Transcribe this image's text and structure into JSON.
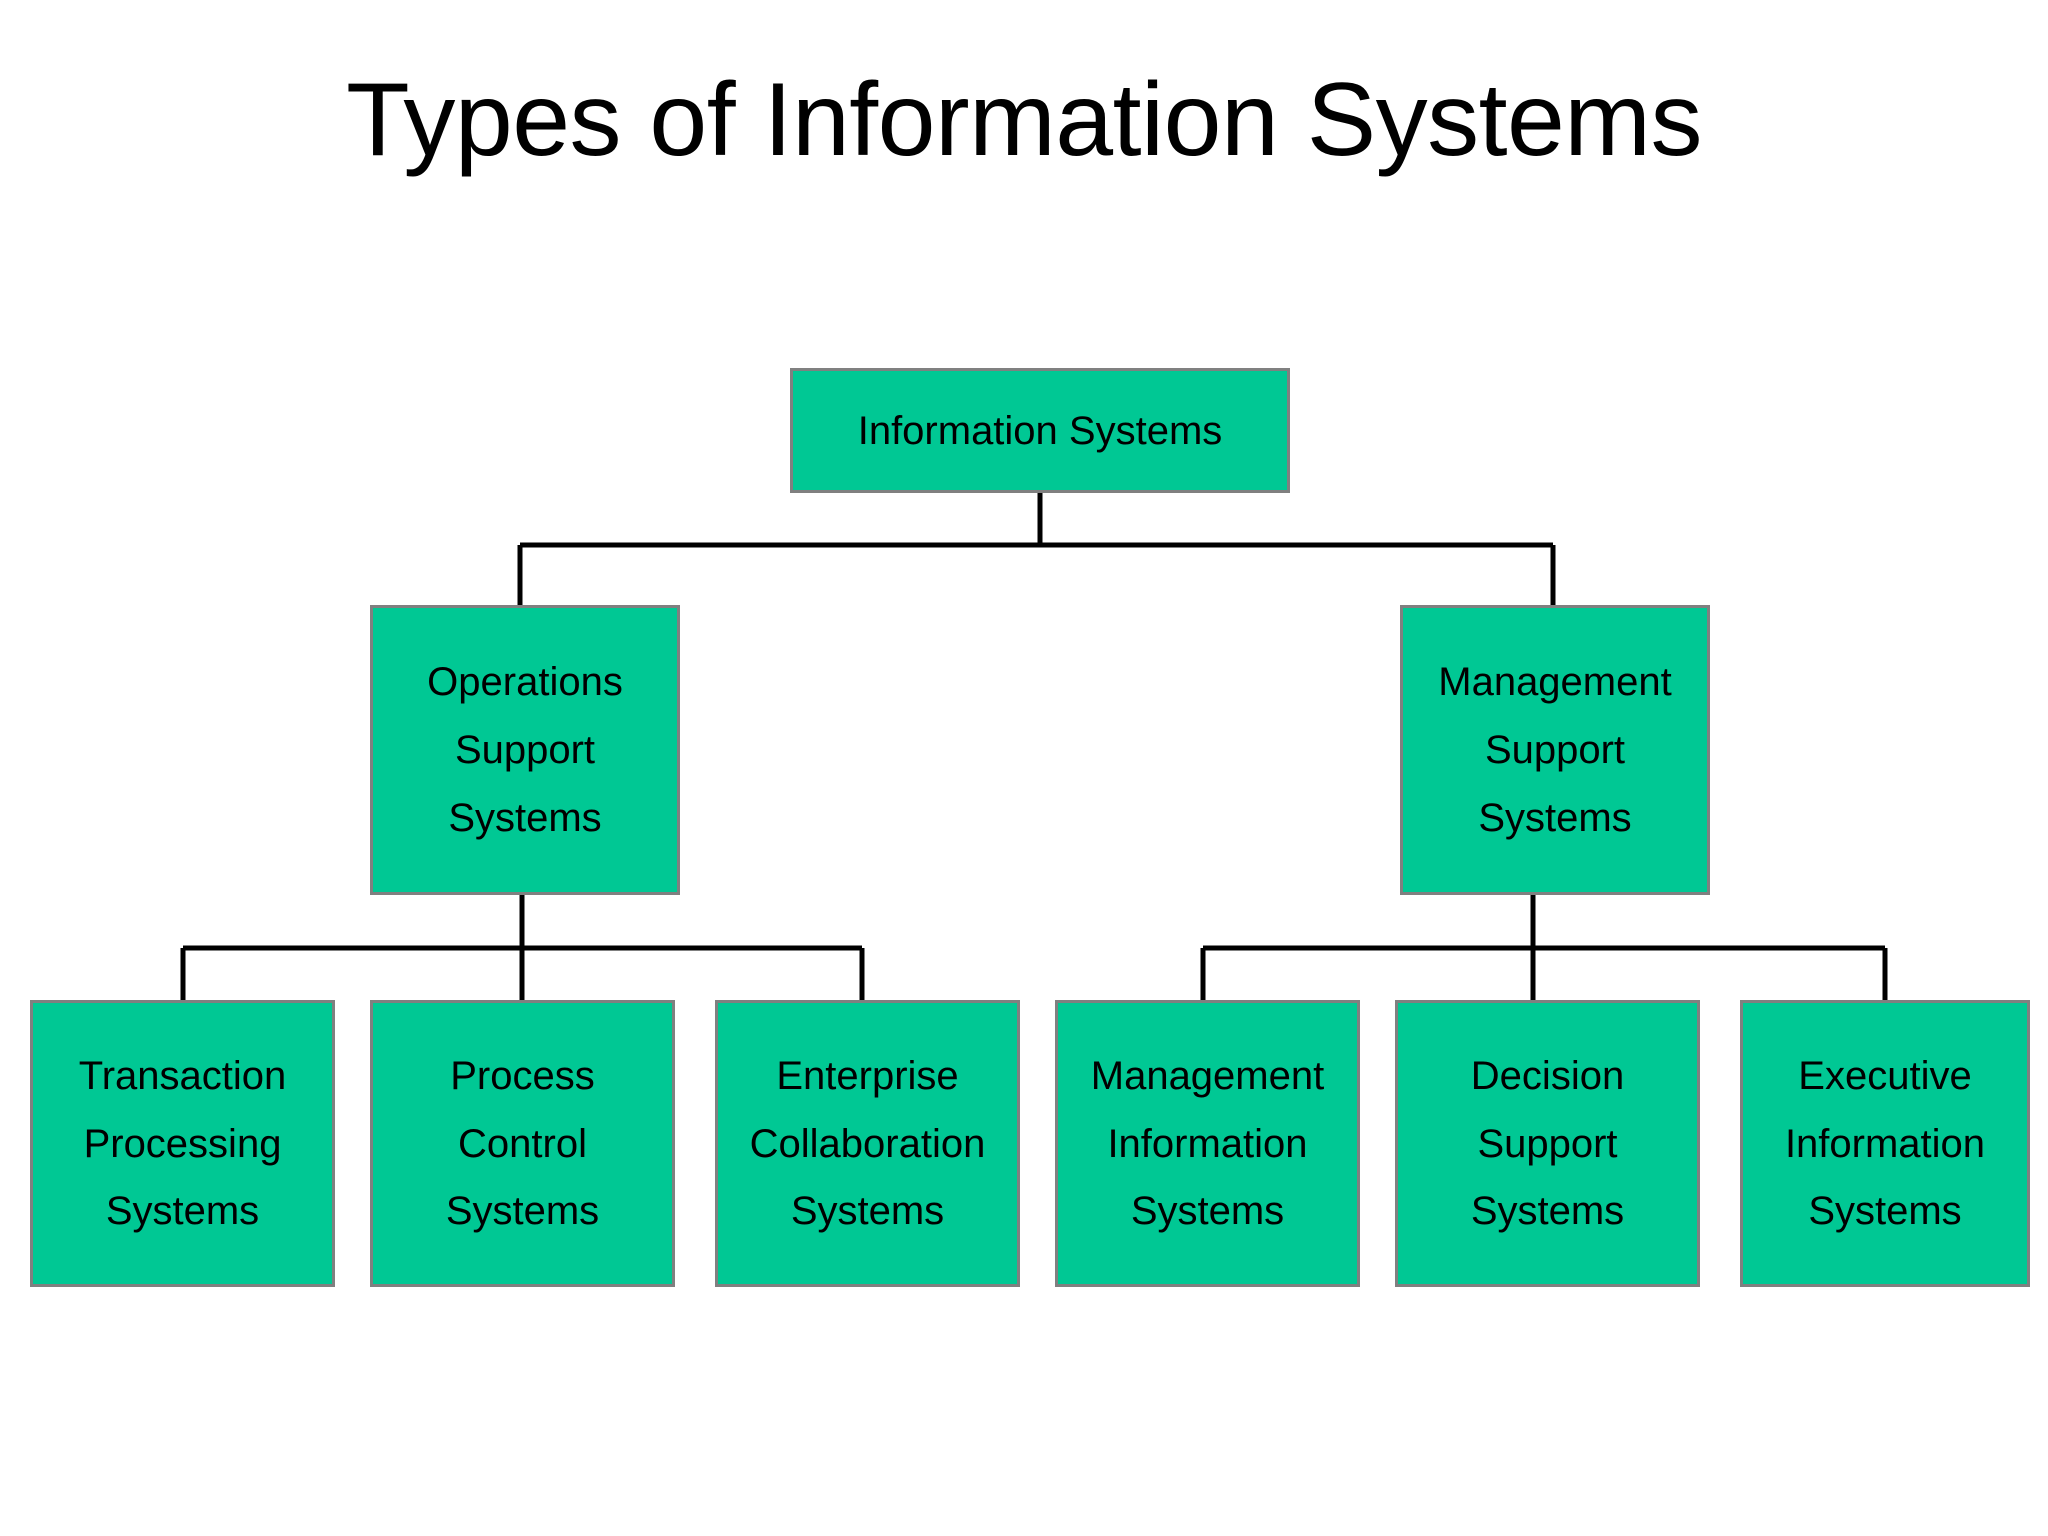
{
  "slide": {
    "title": "Types of Information Systems",
    "background_color": "#FFFFFF"
  },
  "theme": {
    "node_fill": "#00C894",
    "node_border": "#808080",
    "connector_color": "#000000",
    "text_color": "#000000"
  },
  "chart_data": {
    "type": "diagram",
    "diagram_type": "organizational-hierarchy-tree",
    "title": "Types of Information Systems",
    "orientation": "top-down",
    "levels": 3,
    "nodes": [
      {
        "id": "root",
        "label": "Information Systems",
        "lines": [
          "Information Systems"
        ],
        "level": 1,
        "parent": null
      },
      {
        "id": "oss",
        "label": "Operations Support Systems",
        "lines": [
          "Operations",
          "Support",
          "Systems"
        ],
        "level": 2,
        "parent": "root"
      },
      {
        "id": "mss",
        "label": "Management Support Systems",
        "lines": [
          "Management",
          "Support",
          "Systems"
        ],
        "level": 2,
        "parent": "root"
      },
      {
        "id": "tps",
        "label": "Transaction Processing Systems",
        "lines": [
          "Transaction",
          "Processing",
          "Systems"
        ],
        "level": 3,
        "parent": "oss"
      },
      {
        "id": "pcs",
        "label": "Process Control Systems",
        "lines": [
          "Process",
          "Control",
          "Systems"
        ],
        "level": 3,
        "parent": "oss"
      },
      {
        "id": "ecs",
        "label": "Enterprise Collaboration Systems",
        "lines": [
          "Enterprise",
          "Collaboration",
          "Systems"
        ],
        "level": 3,
        "parent": "oss"
      },
      {
        "id": "mis",
        "label": "Management Information Systems",
        "lines": [
          "Management",
          "Information",
          "Systems"
        ],
        "level": 3,
        "parent": "mss"
      },
      {
        "id": "dss",
        "label": "Decision Support Systems",
        "lines": [
          "Decision",
          "Support",
          "Systems"
        ],
        "level": 3,
        "parent": "mss"
      },
      {
        "id": "eis",
        "label": "Executive Information Systems",
        "lines": [
          "Executive",
          "Information",
          "Systems"
        ],
        "level": 3,
        "parent": "mss"
      }
    ],
    "edges": [
      {
        "from": "root",
        "to": "oss"
      },
      {
        "from": "root",
        "to": "mss"
      },
      {
        "from": "oss",
        "to": "tps"
      },
      {
        "from": "oss",
        "to": "pcs"
      },
      {
        "from": "oss",
        "to": "ecs"
      },
      {
        "from": "mss",
        "to": "mis"
      },
      {
        "from": "mss",
        "to": "dss"
      },
      {
        "from": "mss",
        "to": "eis"
      }
    ]
  }
}
